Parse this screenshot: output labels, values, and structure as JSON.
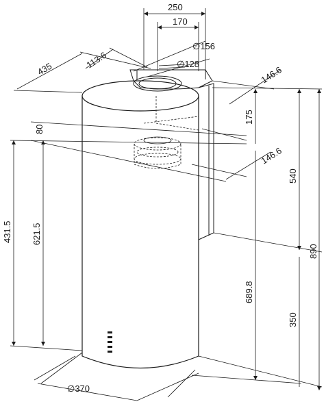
{
  "diagram": {
    "dimensions": {
      "plate_width": "250",
      "plate_inner_width": "170",
      "pipe_diameter_outer": "∅156",
      "pipe_diameter_inner": "∅128",
      "offset_front": "113.6",
      "depth": "435",
      "side_offset_top": "146.6",
      "side_offset_mid": "146.6",
      "top_section_height": "175",
      "upper_offset": "80",
      "mid_section_height": "540",
      "total_height": "890",
      "left_height_a": "431.5",
      "left_height_b": "621.5",
      "front_height": "689.8",
      "bottom_section_height": "350",
      "body_diameter": "∅370"
    }
  }
}
